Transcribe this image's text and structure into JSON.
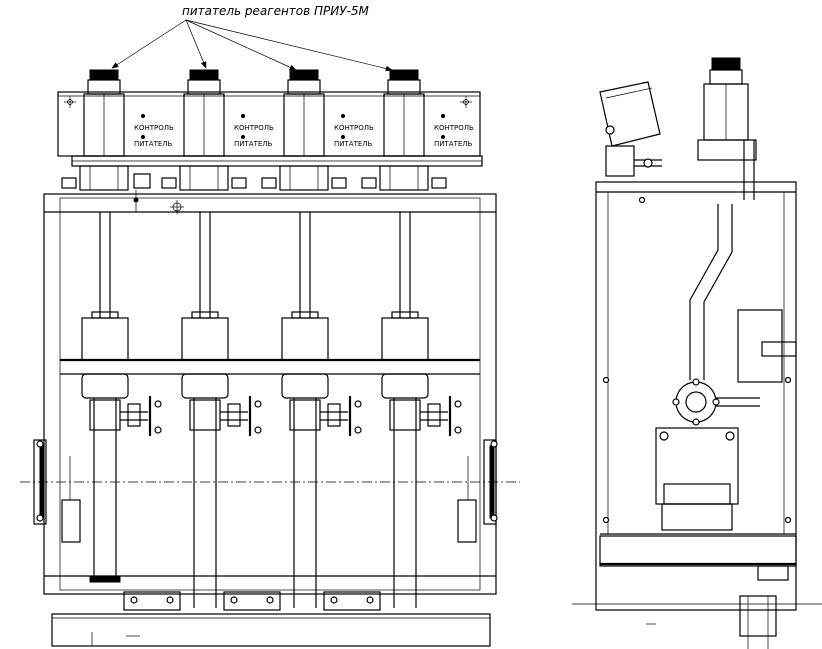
{
  "drawing": {
    "annotation": "питатель реагентов ПРИУ-5М",
    "unit_labels": {
      "control": "КОНТРОЛЬ",
      "feeder": "ПИТАТЕЛЬ"
    },
    "feeder_count": 4
  }
}
